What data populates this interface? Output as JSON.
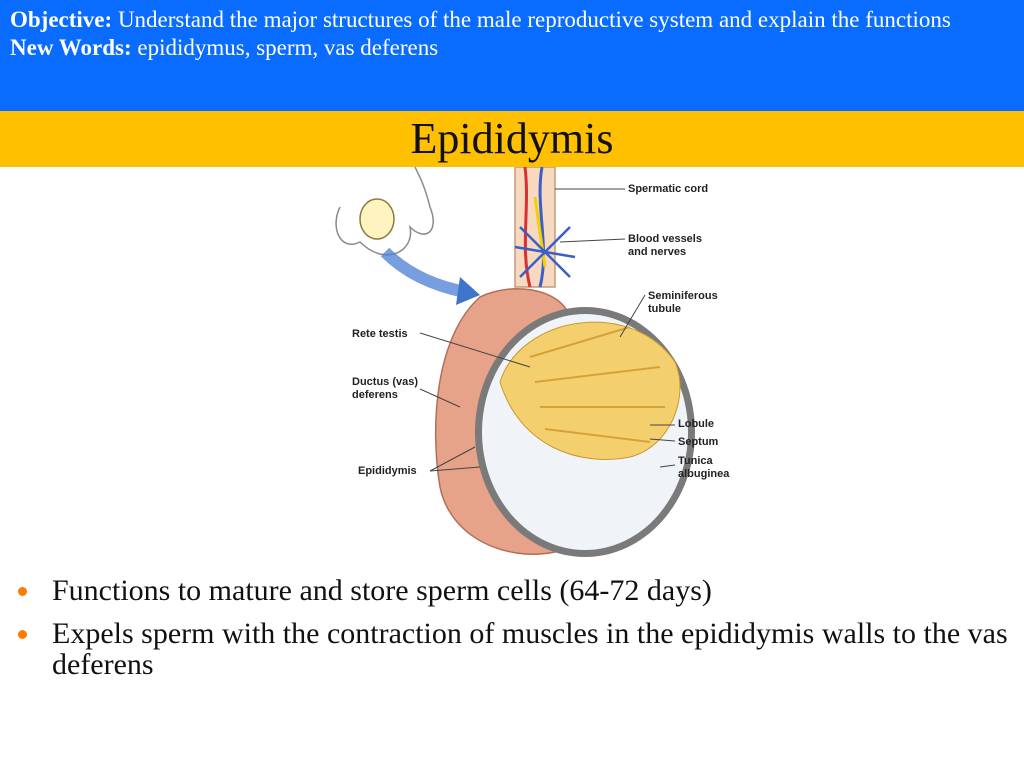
{
  "header": {
    "objective_label": "Objective:",
    "objective_text": " Understand the major structures of the male reproductive system and explain the functions",
    "new_words_label": "New Words:",
    "new_words_text": " epididymus, sperm, vas deferens"
  },
  "title": "Epididymis",
  "diagram": {
    "labels": {
      "spermatic_cord": "Spermatic cord",
      "blood_vessels_1": "Blood vessels",
      "blood_vessels_2": "and nerves",
      "seminiferous_1": "Seminiferous",
      "seminiferous_2": "tubule",
      "rete_testis": "Rete testis",
      "ductus_1": "Ductus (vas)",
      "ductus_2": "deferens",
      "lobule": "Lobule",
      "septum": "Septum",
      "tunica_1": "Tunica",
      "tunica_2": "albuginea",
      "epididymis": "Epididymis"
    }
  },
  "bullets": [
    "Functions to mature and store sperm cells (64-72 days)",
    "Expels sperm with the contraction of muscles in the epididymis walls to the vas deferens"
  ],
  "colors": {
    "header_bg": "#0a6bff",
    "title_bg": "#ffc000",
    "bullet_marker": "#ff7a00"
  }
}
